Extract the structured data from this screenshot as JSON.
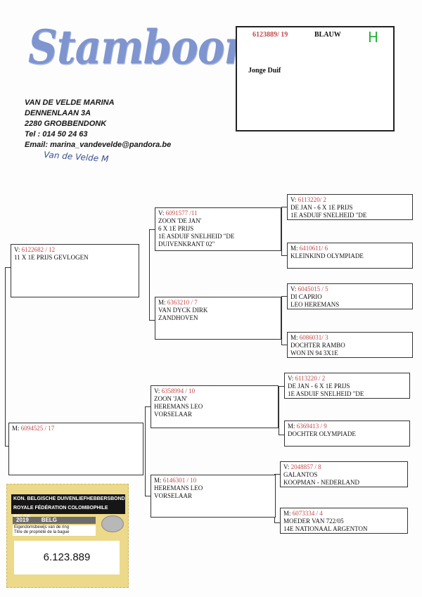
{
  "logo": "Stamboom",
  "owner": {
    "name": "VAN DE VELDE MARINA",
    "street": "DENNENLAAN 3A",
    "city": "2280 GROBBENDONK",
    "tel": "Tel : 014 50 24 63",
    "email": "Email: marina_vandevelde@pandora.be"
  },
  "signature": "Van de Velde M",
  "pigeon": {
    "ring": "6123889/ 19",
    "color": "BLAUW",
    "sex_mark": "H",
    "note": "Jonge Duif"
  },
  "pedigree": {
    "gen1": [
      {
        "ring": "6122682 / 12",
        "sex": "V:",
        "lines": [
          "11 X 1E PRIJS GEVLOGEN"
        ]
      },
      {
        "ring": "6094525 / 17",
        "sex": "M:",
        "lines": []
      }
    ],
    "gen2": [
      {
        "ring": "6091577  /11",
        "sex": "V:",
        "lines": [
          "ZOON 'DE JAN'",
          "6 X 1E PRIJS",
          "1E ASDUIF SNELHEID \"DE",
          "DUIVENKRANT 02\""
        ]
      },
      {
        "ring": "6363210  / 7",
        "sex": "M:",
        "lines": [
          "VAN DYCK DIRK",
          "ZANDHOVEN"
        ]
      },
      {
        "ring": "6358994  / 10",
        "sex": "V:",
        "lines": [
          "ZOON 'JAN'",
          "HEREMANS LEO",
          "VORSELAAR"
        ]
      },
      {
        "ring": "6146301  / 10",
        "sex": "M:",
        "lines": [
          "HEREMANS LEO",
          "VORSELAAR"
        ]
      }
    ],
    "gen3": [
      {
        "ring": "6113220/ 2",
        "sex": "V:",
        "lines": [
          "DE JAN - 6 X 1E PRIJS",
          "1E ASDUIF SNELHEID \"DE"
        ]
      },
      {
        "ring": "6410611/ 6",
        "sex": "M:",
        "lines": [
          "",
          "KLEINKIND OLYMPIADE"
        ]
      },
      {
        "ring": "6045015 / 5",
        "sex": "V:",
        "lines": [
          "DI CAPRIO",
          "LEO HEREMANS"
        ]
      },
      {
        "ring": "6086031/ 3",
        "sex": "M:",
        "lines": [
          "DOCHTER RAMBO",
          "WON IN 94 3X1E"
        ]
      },
      {
        "ring": "6113220 / 2",
        "sex": "V:",
        "lines": [
          "DE JAN - 6 X 1E PRIJS",
          "1E ASDUIF SNELHEID \"DE"
        ]
      },
      {
        "ring": "6369413 / 9",
        "sex": "M:",
        "lines": [
          "",
          "DOCHTER OLYMPIADE"
        ]
      },
      {
        "ring": "2048857 / 8",
        "sex": "V:",
        "lines": [
          "GALANTOS",
          "KOOPMAN - NEDERLAND"
        ]
      },
      {
        "ring": "6073334 / 4",
        "sex": "M:",
        "lines": [
          "MOEDER VAN 722/05",
          "14E NATIONAAL ARGENTON"
        ]
      }
    ]
  },
  "ring_card": {
    "org_nl": "KON. BELGISCHE DUIVENLIEFHEBBERSBOND",
    "org_fr": "ROYALE FÉDÉRATION COLOMBOPHILE BELGE",
    "year": "2019",
    "country": "BELG",
    "sub_nl": "Eigendomsbewijs van de ring",
    "sub_fr": "Titre de propriété de la bague",
    "ring_number": "6.123.889"
  }
}
